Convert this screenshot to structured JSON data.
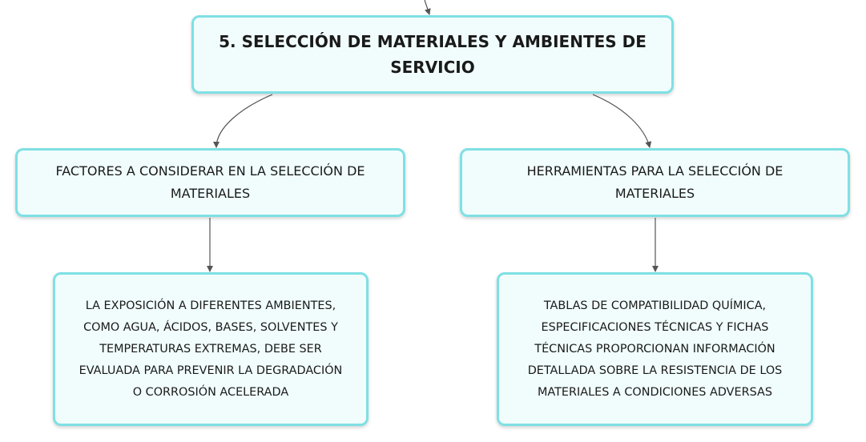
{
  "diagram": {
    "root": {
      "text": "5. SELECCIÓN DE MATERIALES Y AMBIENTES DE\nSERVICIO"
    },
    "branches": [
      {
        "text": "FACTORES A CONSIDERAR EN LA SELECCIÓN DE\nMATERIALES",
        "children": [
          {
            "text": "LA EXPOSICIÓN A DIFERENTES AMBIENTES,\nCOMO AGUA, ÁCIDOS, BASES, SOLVENTES Y\nTEMPERATURAS EXTREMAS, DEBE SER\nEVALUADA PARA PREVENIR LA DEGRADACIÓN\nO CORROSIÓN ACELERADA"
          }
        ]
      },
      {
        "text": "HERRAMIENTAS PARA LA SELECCIÓN DE\nMATERIALES",
        "children": [
          {
            "text": "TABLAS DE COMPATIBILIDAD QUÍMICA,\nESPECIFICACIONES TÉCNICAS Y FICHAS\nTÉCNICAS PROPORCIONAN INFORMACIÓN\nDETALLADA SOBRE LA RESISTENCIA DE LOS\nMATERIALES A CONDICIONES ADVERSAS"
          }
        ]
      }
    ],
    "colors": {
      "node_border": "#7fe0e4",
      "node_fill": "#f1fdfd",
      "connector": "#555555",
      "text": "#1a1a1a"
    }
  }
}
